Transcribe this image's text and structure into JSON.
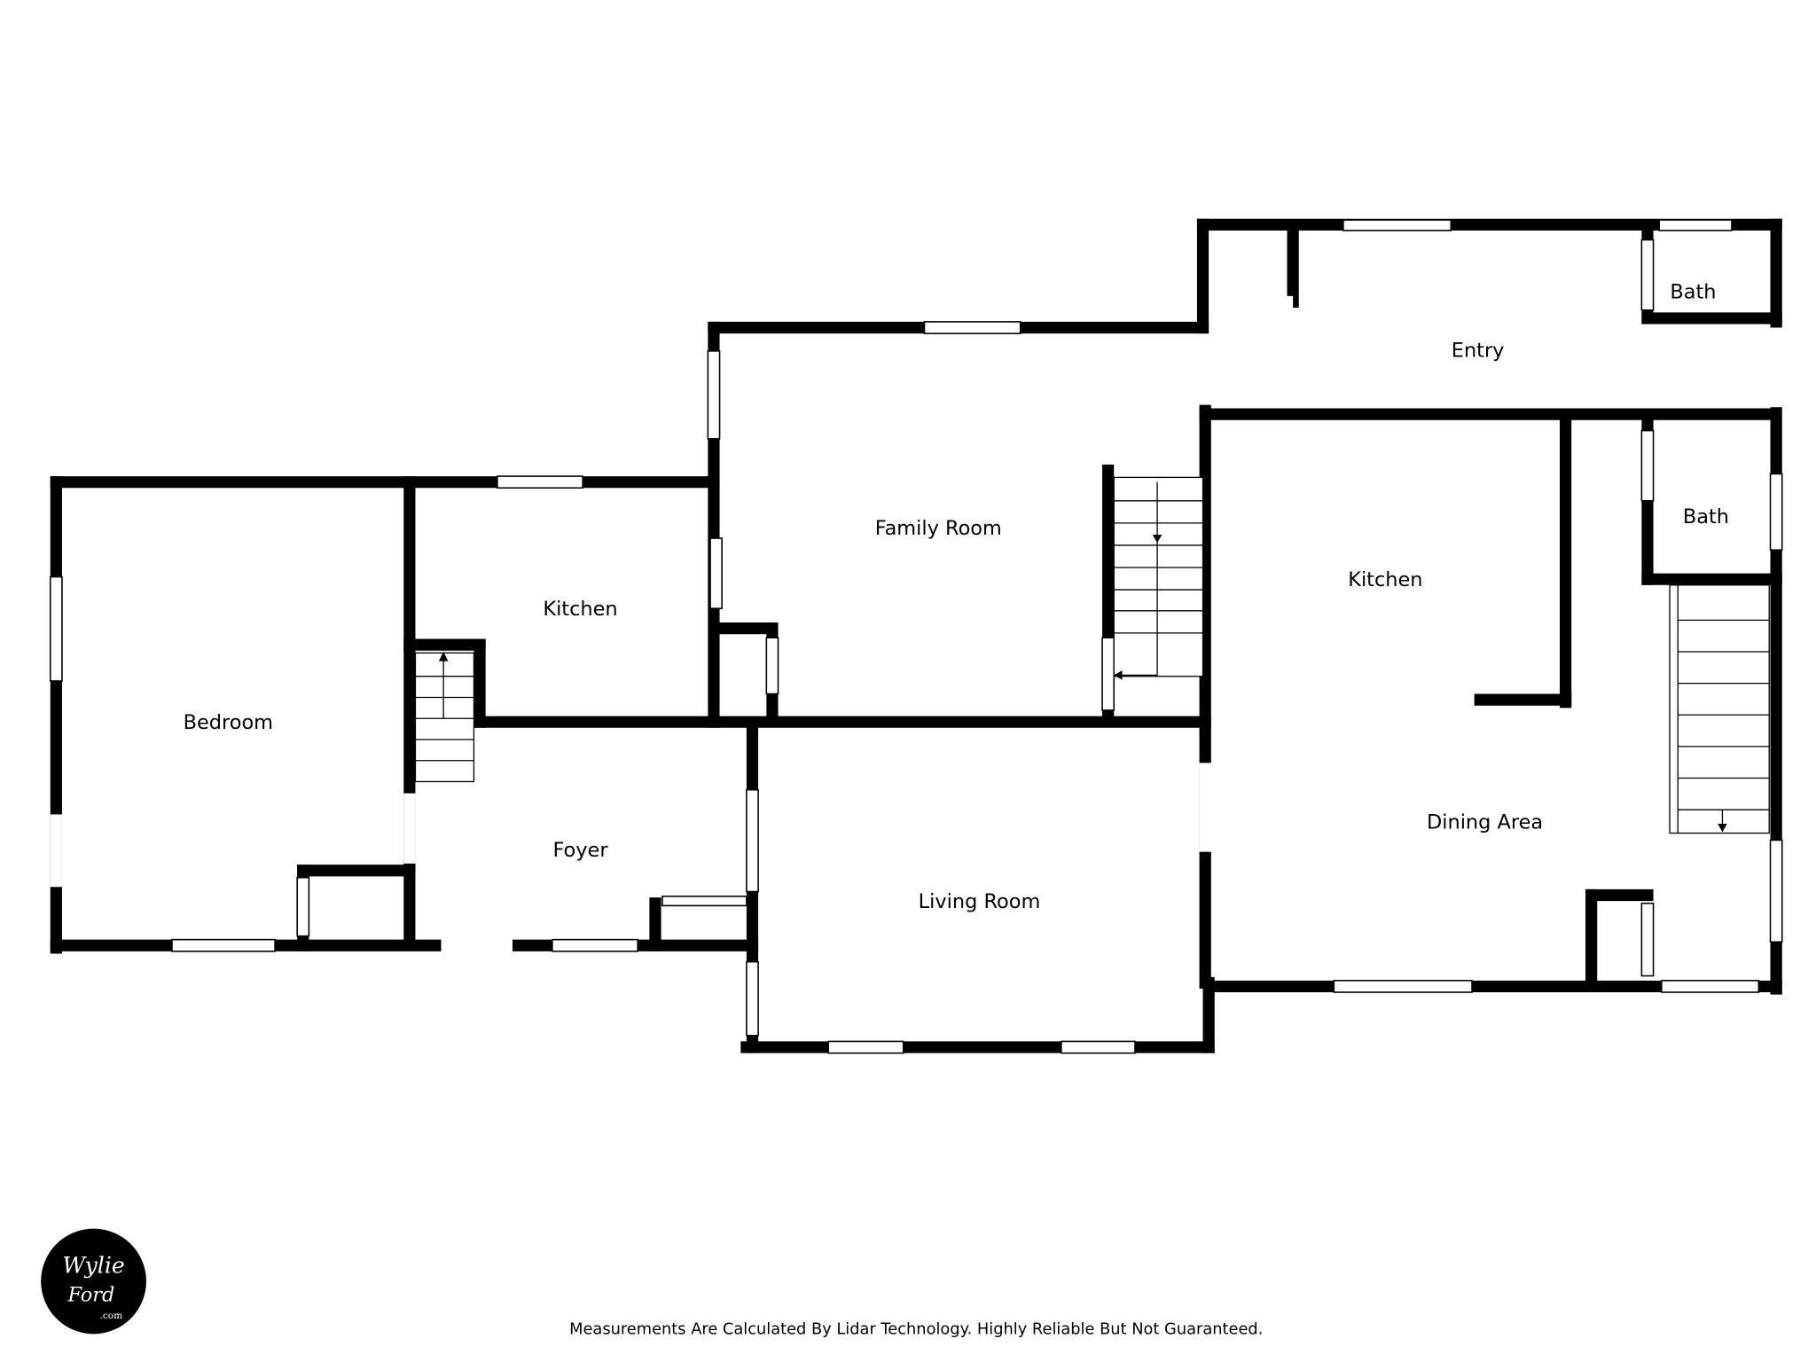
{
  "rooms": {
    "bedroom": "Bedroom",
    "kitchen_left": "Kitchen",
    "foyer": "Foyer",
    "family_room": "Family Room",
    "living_room": "Living Room",
    "entry": "Entry",
    "bath_top": "Bath",
    "bath_middle": "Bath",
    "kitchen_right": "Kitchen",
    "dining_area": "Dining Area"
  },
  "footer": {
    "disclaimer": "Measurements Are Calculated By Lidar Technology. Highly Reliable But Not Guaranteed."
  },
  "logo": {
    "text_line1": "Wylie",
    "text_line2": "Ford",
    "text_line3": ".com"
  }
}
